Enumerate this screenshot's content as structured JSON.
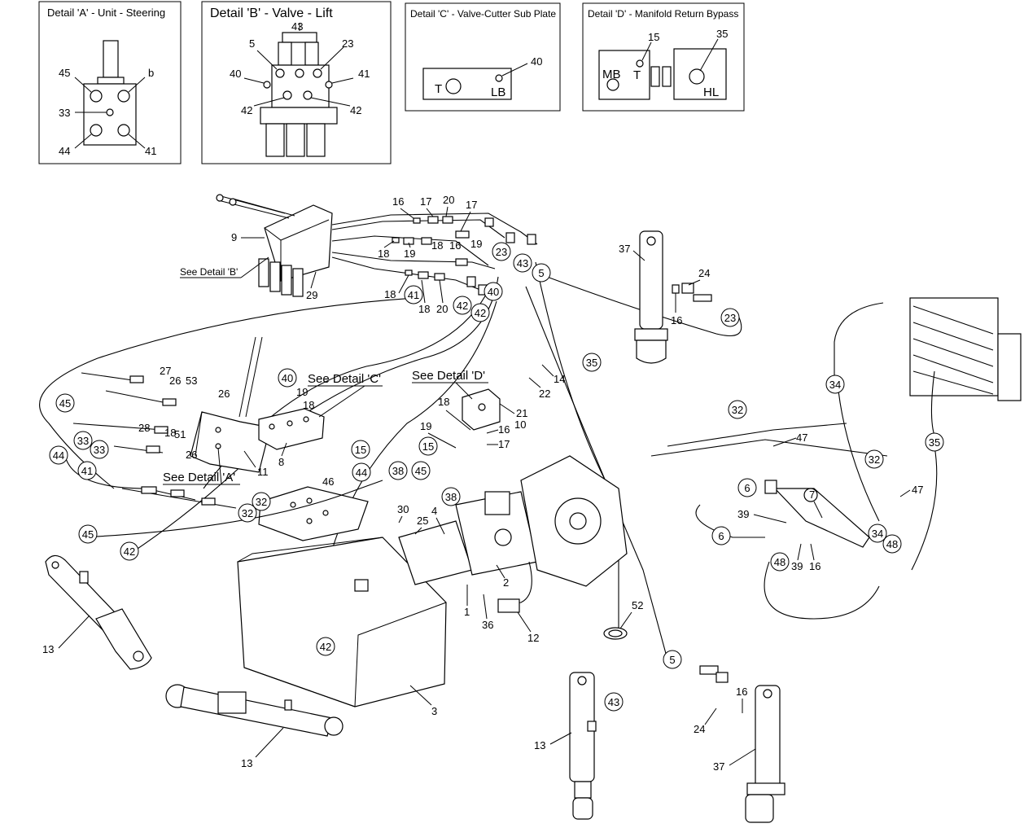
{
  "details": {
    "a": {
      "title": "Detail 'A' - Unit - Steering",
      "labels": {
        "l45": "45",
        "lb": "b",
        "l33": "33",
        "l44": "44",
        "l41": "41"
      }
    },
    "b": {
      "title": "Detail 'B' - Valve - Lift",
      "labels": {
        "l43": "43",
        "l5": "5",
        "l23": "23",
        "l40": "40",
        "l41": "41",
        "l42a": "42",
        "l42b": "42"
      }
    },
    "c": {
      "title": "Detail 'C' - Valve-Cutter Sub Plate",
      "labels": {
        "l40": "40",
        "t": "T",
        "lb": "LB"
      }
    },
    "d": {
      "title": "Detail 'D' - Manifold Return Bypass",
      "labels": {
        "l15": "15",
        "l35": "35",
        "mb": "MB",
        "t": "T",
        "hl": "HL"
      }
    }
  },
  "references": {
    "see_b": "See Detail 'B'",
    "see_c": "See Detail 'C'",
    "see_d": "See Detail 'D'",
    "see_a": "See Detail 'A'"
  },
  "callouts": {
    "c9": "9",
    "c29": "29",
    "c16a": "16",
    "c17a": "17",
    "c20a": "20",
    "c17b": "17",
    "c18a": "18",
    "c16b": "16",
    "c19a": "19",
    "c18b": "18",
    "c19b": "19",
    "c18c": "18",
    "c18d": "18",
    "c20b": "20",
    "c37a": "37",
    "c24a": "24",
    "c16c": "16",
    "c27": "27",
    "c26a": "26",
    "c53": "53",
    "c26b": "26",
    "c51": "51",
    "c28": "28",
    "c18e": "18",
    "c26c": "26",
    "c11": "11",
    "c19c": "19",
    "c18f": "18",
    "c8": "8",
    "c18g": "18",
    "c21": "21",
    "c16d": "16",
    "c10": "10",
    "c17c": "17",
    "c19d": "19",
    "c14": "14",
    "c22": "22",
    "c46": "46",
    "c30": "30",
    "c25": "25",
    "c4": "4",
    "c2": "2",
    "c1": "1",
    "c36": "36",
    "c12": "12",
    "c13a": "13",
    "c13b": "13",
    "c13c": "13",
    "c3": "3",
    "c52": "52",
    "c24b": "24",
    "c16e": "16",
    "c37b": "37",
    "c47a": "47",
    "c47b": "47",
    "c7": "7",
    "c39a": "39",
    "c39b": "39",
    "c16f": "16"
  },
  "bubbles": {
    "b23a": "23",
    "b43a": "43",
    "b5a": "5",
    "b41a": "41",
    "b42a": "42",
    "b42b": "42",
    "b40a": "40",
    "b23b": "23",
    "b45a": "45",
    "b33a": "33",
    "b33b": "33",
    "b44a": "44",
    "b41b": "41",
    "b40b": "40",
    "b15a": "15",
    "b15b": "15",
    "b44b": "44",
    "b38a": "38",
    "b45b": "45",
    "b38b": "38",
    "b35a": "35",
    "b32a": "32",
    "b32b": "32",
    "b45c": "45",
    "b42c": "42",
    "b42d": "42",
    "b43b": "43",
    "b5b": "5",
    "b34a": "34",
    "b35b": "35",
    "b32c": "32",
    "b32d": "32",
    "b6a": "6",
    "b6b": "6",
    "b48a": "48",
    "b34b": "34",
    "b48b": "48"
  }
}
